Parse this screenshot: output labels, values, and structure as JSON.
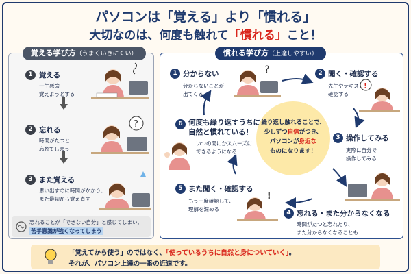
{
  "header": {
    "title_a": "パソコンは「覚える」より「慣れる」",
    "title_b_pre": "大切なのは、何度も触れて",
    "title_b_hl": "「慣れる」",
    "title_b_post": "こと！"
  },
  "left_panel": {
    "heading": "覚える学び方",
    "heading_note": "（うまくいきにくい）",
    "steps": [
      {
        "num": "1",
        "title": "覚える",
        "desc_lines": [
          "一生懸命",
          "覚えようとする"
        ]
      },
      {
        "num": "2",
        "title": "忘れる",
        "desc_lines": [
          "時間がたつと",
          "忘れてしまう"
        ]
      },
      {
        "num": "3",
        "title": "また覚える",
        "desc_lines": [
          "思い出すのに時間がかかり、",
          "また最初から覚え直す"
        ]
      }
    ],
    "note_line1": "忘れることが「できない自分」と感じてしまい、",
    "note_line2": "苦手意識が強くなってしまう"
  },
  "right_panel": {
    "heading": "慣れる学び方",
    "heading_note": "（上達しやすい）",
    "steps": [
      {
        "num": "1",
        "title": "分からない",
        "desc_lines": [
          "分からないことが",
          "出てくる"
        ]
      },
      {
        "num": "2",
        "title": "聞く・確認する",
        "desc_lines": [
          "先生やテキストで",
          "確認する"
        ]
      },
      {
        "num": "3",
        "title": "操作してみる",
        "desc_lines": [
          "実際に自分で",
          "操作してみる"
        ]
      },
      {
        "num": "4",
        "title": "忘れる・また分からなくなる",
        "desc_lines": [
          "時間がたつと忘れたり、",
          "また分からなくなることも"
        ]
      },
      {
        "num": "5",
        "title": "また聞く・確認する",
        "desc_lines": [
          "もう一度確認して、",
          "理解を深める"
        ]
      },
      {
        "num": "6",
        "title_lines": [
          "何度も繰り返すうちに",
          "自然と慣れている！"
        ],
        "desc_lines": [
          "いつの間にかスムーズに",
          "できるようになる"
        ]
      }
    ],
    "center": {
      "line1": "繰り返し触れることで、",
      "line2_pre": "少しずつ",
      "line2_hl": "自信",
      "line2_post": "がつき、",
      "line3_pre": "パソコンが",
      "line3_hl": "身近な",
      "line4": "ものになります！"
    }
  },
  "footer": {
    "line1_pre": "「覚えてから使う」のではなく、",
    "line1_hl": "「使っているうちに自然と身についていく」",
    "line1_post": "。",
    "line2": "それが、パソコン上達の一番の近道です。"
  },
  "colors": {
    "navy": "#1f3a6e",
    "accent_red": "#d9261c",
    "highlight_yellow": "#fde9a8"
  }
}
